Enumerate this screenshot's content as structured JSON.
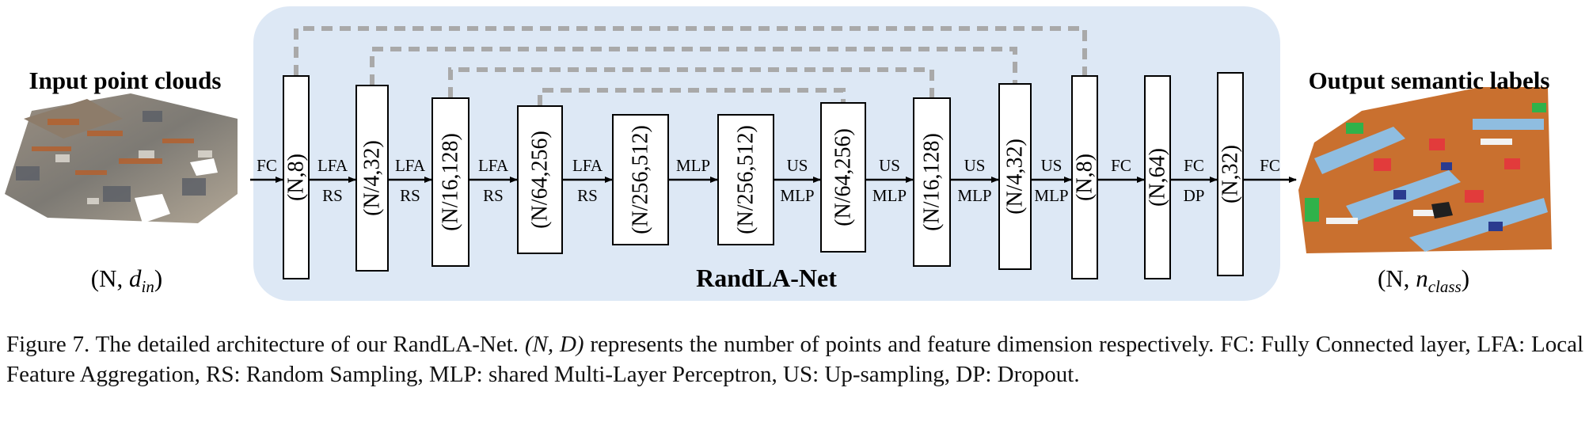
{
  "input": {
    "title": "Input point clouds",
    "shape_prefix": "(N, ",
    "shape_var": "d",
    "shape_sub": "in",
    "shape_suffix": ")"
  },
  "output": {
    "title": "Output semantic labels",
    "shape_prefix": "(N, ",
    "shape_var": "n",
    "shape_sub": "class",
    "shape_suffix": ")"
  },
  "network_name": "RandLA-Net",
  "colors": {
    "panel": "#dde8f5",
    "skip": "#a9a9a9",
    "box_stroke": "#000000"
  },
  "layers": [
    {
      "label": "(N,8)"
    },
    {
      "label": "(N/4,32)"
    },
    {
      "label": "(N/16,128)"
    },
    {
      "label": "(N/64,256)"
    },
    {
      "label": "(N/256,512)"
    },
    {
      "label": "(N/256,512)"
    },
    {
      "label": "(N/64,256)"
    },
    {
      "label": "(N/16,128)"
    },
    {
      "label": "(N/4,32)"
    },
    {
      "label": "(N,8)"
    },
    {
      "label": "(N,64)"
    },
    {
      "label": "(N,32)"
    }
  ],
  "edges": [
    {
      "top": "FC",
      "bottom": ""
    },
    {
      "top": "LFA",
      "bottom": "RS"
    },
    {
      "top": "LFA",
      "bottom": "RS"
    },
    {
      "top": "LFA",
      "bottom": "RS"
    },
    {
      "top": "LFA",
      "bottom": "RS"
    },
    {
      "top": "MLP",
      "bottom": ""
    },
    {
      "top": "US",
      "bottom": "MLP"
    },
    {
      "top": "US",
      "bottom": "MLP"
    },
    {
      "top": "US",
      "bottom": "MLP"
    },
    {
      "top": "US",
      "bottom": "MLP"
    },
    {
      "top": "FC",
      "bottom": ""
    },
    {
      "top": "FC",
      "bottom": "DP"
    },
    {
      "top": "FC",
      "bottom": ""
    }
  ],
  "skip_connections": [
    {
      "from": 0,
      "to": 9
    },
    {
      "from": 1,
      "to": 8
    },
    {
      "from": 2,
      "to": 7
    },
    {
      "from": 3,
      "to": 6
    }
  ],
  "caption": {
    "lead": "Figure 7. The detailed architecture of our RandLA-Net. ",
    "math": "(N, D)",
    "rest": " represents the number of points and feature dimension respectively. FC: Fully Connected layer, LFA: Local Feature Aggregation, RS: Random Sampling, MLP: shared Multi-Layer Perceptron, US: Up-sampling, DP: Dropout."
  }
}
